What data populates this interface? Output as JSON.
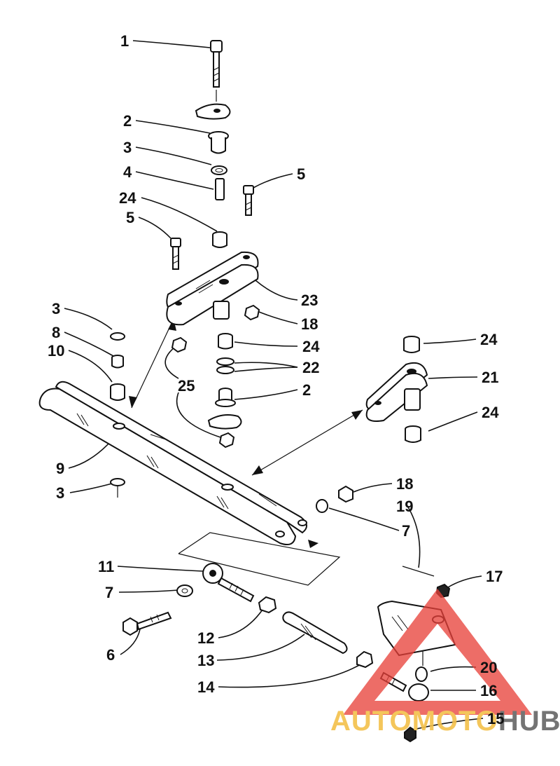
{
  "callouts": [
    {
      "id": "c1",
      "label": "1"
    },
    {
      "id": "c2a",
      "label": "2"
    },
    {
      "id": "c3a",
      "label": "3"
    },
    {
      "id": "c4",
      "label": "4"
    },
    {
      "id": "c5a",
      "label": "5"
    },
    {
      "id": "c24a",
      "label": "24"
    },
    {
      "id": "c5b",
      "label": "5"
    },
    {
      "id": "c23",
      "label": "23"
    },
    {
      "id": "c18a",
      "label": "18"
    },
    {
      "id": "c3b",
      "label": "3"
    },
    {
      "id": "c8",
      "label": "8"
    },
    {
      "id": "c10",
      "label": "10"
    },
    {
      "id": "c24b",
      "label": "24"
    },
    {
      "id": "c22",
      "label": "22"
    },
    {
      "id": "c25",
      "label": "25"
    },
    {
      "id": "c2b",
      "label": "2"
    },
    {
      "id": "c24c",
      "label": "24"
    },
    {
      "id": "c21",
      "label": "21"
    },
    {
      "id": "c24d",
      "label": "24"
    },
    {
      "id": "c9",
      "label": "9"
    },
    {
      "id": "c3c",
      "label": "3"
    },
    {
      "id": "c18b",
      "label": "18"
    },
    {
      "id": "c19",
      "label": "19"
    },
    {
      "id": "c7a",
      "label": "7"
    },
    {
      "id": "c11",
      "label": "11"
    },
    {
      "id": "c7b",
      "label": "7"
    },
    {
      "id": "c17",
      "label": "17"
    },
    {
      "id": "c6",
      "label": "6"
    },
    {
      "id": "c12",
      "label": "12"
    },
    {
      "id": "c13",
      "label": "13"
    },
    {
      "id": "c20",
      "label": "20"
    },
    {
      "id": "c16",
      "label": "16"
    },
    {
      "id": "c14",
      "label": "14"
    },
    {
      "id": "c15",
      "label": "15"
    }
  ],
  "watermark": {
    "part1": "AUTO",
    "part2": "MOTO",
    "part3": "HUB",
    "triangle_color": "#e8413a",
    "accent_color": "#f3c04a",
    "dark_color": "#666666"
  }
}
